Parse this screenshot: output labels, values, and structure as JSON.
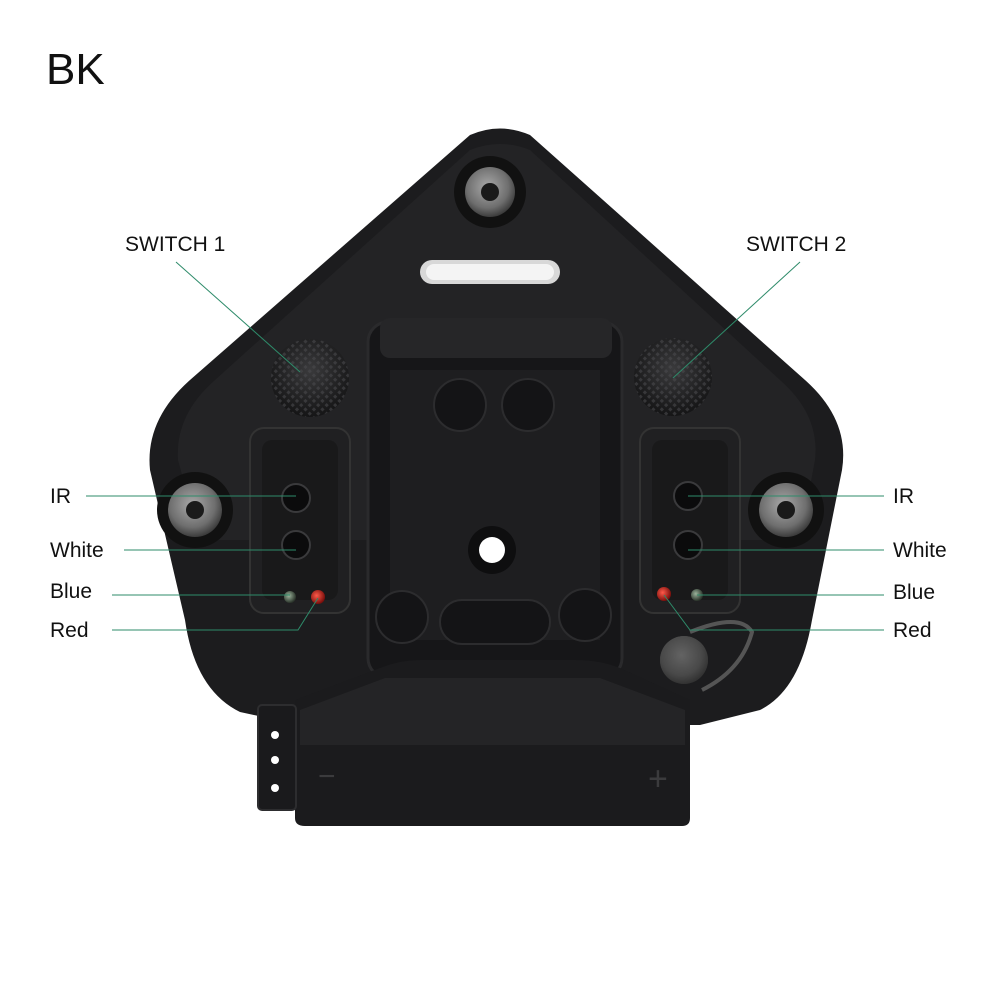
{
  "title": "BK",
  "labels": {
    "switch_1": "SWITCH 1",
    "switch_2": "SWITCH 2",
    "left_ir": "IR",
    "left_white": "White",
    "left_blue": "Blue",
    "left_red": "Red",
    "right_ir": "IR",
    "right_white": "White",
    "right_blue": "Blue",
    "right_red": "Red"
  },
  "battery": {
    "minus_mark": "−",
    "plus_mark": "+"
  },
  "colors": {
    "background": "#ffffff",
    "mount_body": "#1c1c1e",
    "leader_line": "#2e8b6a",
    "red_led": "#c0211d",
    "blue_led": "#3a4a3a",
    "metal": "#8a8a8a"
  }
}
